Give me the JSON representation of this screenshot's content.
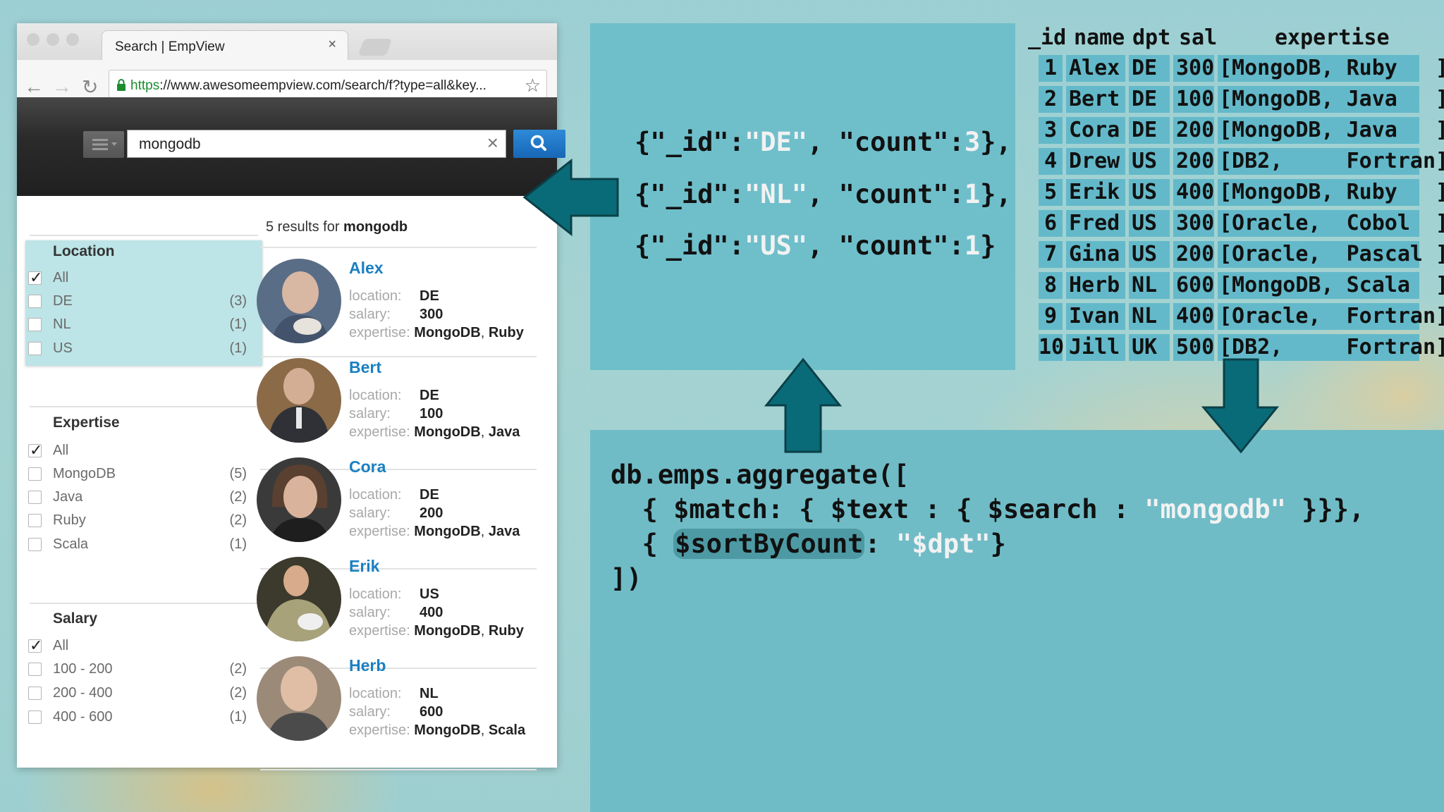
{
  "browser": {
    "tab_title": "Search | EmpView",
    "tab_close": "×",
    "url_scheme": "https",
    "url_rest": "://www.awesomeempview.com/search/f?type=all&key...",
    "star": "☆",
    "nav_back": "←",
    "nav_forward": "→",
    "nav_reload": "↻"
  },
  "search": {
    "value": "mongodb",
    "clear": "×"
  },
  "results_summary": {
    "count": "5",
    "text": " results for ",
    "query": "mongodb"
  },
  "facets": {
    "location": {
      "title": "Location",
      "items": [
        {
          "label": "All",
          "count": "",
          "checked": true
        },
        {
          "label": "DE",
          "count": "(3)",
          "checked": false
        },
        {
          "label": "NL",
          "count": "(1)",
          "checked": false
        },
        {
          "label": "US",
          "count": "(1)",
          "checked": false
        }
      ]
    },
    "expertise": {
      "title": "Expertise",
      "items": [
        {
          "label": "All",
          "count": "",
          "checked": true
        },
        {
          "label": "MongoDB",
          "count": "(5)",
          "checked": false
        },
        {
          "label": "Java",
          "count": "(2)",
          "checked": false
        },
        {
          "label": "Ruby",
          "count": "(2)",
          "checked": false
        },
        {
          "label": "Scala",
          "count": "(1)",
          "checked": false
        }
      ]
    },
    "salary": {
      "title": "Salary",
      "items": [
        {
          "label": "All",
          "count": "",
          "checked": true
        },
        {
          "label": "100 - 200",
          "count": "(2)",
          "checked": false
        },
        {
          "label": "200 - 400",
          "count": "(2)",
          "checked": false
        },
        {
          "label": "400 - 600",
          "count": "(1)",
          "checked": false
        }
      ]
    }
  },
  "labels": {
    "location": "location:",
    "salary": "salary:",
    "expertise": "expertise:"
  },
  "results": [
    {
      "name": "Alex",
      "location": "DE",
      "salary": "300",
      "exp1": "MongoDB",
      "exp2": "Ruby"
    },
    {
      "name": "Bert",
      "location": "DE",
      "salary": "100",
      "exp1": "MongoDB",
      "exp2": "Java"
    },
    {
      "name": "Cora",
      "location": "DE",
      "salary": "200",
      "exp1": "MongoDB",
      "exp2": "Java"
    },
    {
      "name": "Erik",
      "location": "US",
      "salary": "400",
      "exp1": "MongoDB",
      "exp2": "Ruby"
    },
    {
      "name": "Herb",
      "location": "NL",
      "salary": "600",
      "exp1": "MongoDB",
      "exp2": "Scala"
    }
  ],
  "counts_output": [
    {
      "pre": "{\"_id\":",
      "id": "\"DE\"",
      "mid": ", \"count\":",
      "num": "3",
      "post": "},"
    },
    {
      "pre": "{\"_id\":",
      "id": "\"NL\"",
      "mid": ", \"count\":",
      "num": "1",
      "post": "},"
    },
    {
      "pre": "{\"_id\":",
      "id": "\"US\"",
      "mid": ", \"count\":",
      "num": "1",
      "post": "}"
    }
  ],
  "code": {
    "line1": "db.emps.aggregate([",
    "line2_a": "  { $match: { $text : { $search : ",
    "line2_str": "\"mongodb\"",
    "line2_b": " }}},",
    "line3_a": "  { ",
    "line3_hl": "$sortByCount",
    "line3_b": ": ",
    "line3_str": "\"$dpt\"",
    "line3_c": "}",
    "line4": "])"
  },
  "table": {
    "headers": [
      "_id",
      "name",
      "dpt",
      "sal",
      "expertise"
    ],
    "rows": [
      {
        "id": "1",
        "name": "Alex",
        "dpt": "DE",
        "sal": "300",
        "exp": "[MongoDB, Ruby   ]"
      },
      {
        "id": "2",
        "name": "Bert",
        "dpt": "DE",
        "sal": "100",
        "exp": "[MongoDB, Java   ]"
      },
      {
        "id": "3",
        "name": "Cora",
        "dpt": "DE",
        "sal": "200",
        "exp": "[MongoDB, Java   ]"
      },
      {
        "id": "4",
        "name": "Drew",
        "dpt": "US",
        "sal": "200",
        "exp": "[DB2,     Fortran]"
      },
      {
        "id": "5",
        "name": "Erik",
        "dpt": "US",
        "sal": "400",
        "exp": "[MongoDB, Ruby   ]"
      },
      {
        "id": "6",
        "name": "Fred",
        "dpt": "US",
        "sal": "300",
        "exp": "[Oracle,  Cobol  ]"
      },
      {
        "id": "7",
        "name": "Gina",
        "dpt": "US",
        "sal": "200",
        "exp": "[Oracle,  Pascal ]"
      },
      {
        "id": "8",
        "name": "Herb",
        "dpt": "NL",
        "sal": "600",
        "exp": "[MongoDB, Scala  ]"
      },
      {
        "id": "9",
        "name": "Ivan",
        "dpt": "NL",
        "sal": "400",
        "exp": "[Oracle,  Fortran]"
      },
      {
        "id": "10",
        "name": "Jill",
        "dpt": "UK",
        "sal": "500",
        "exp": "[DB2,     Fortran]"
      }
    ]
  },
  "colors": {
    "arrow": "#0a6b78",
    "panel": "#6fbfcb",
    "cell": "#63b9c9",
    "link": "#1a7fc1",
    "search_button": "#1767b6"
  },
  "icons": {
    "search_button": "search-icon",
    "menu": "menu-icon",
    "lock": "lock-icon"
  }
}
